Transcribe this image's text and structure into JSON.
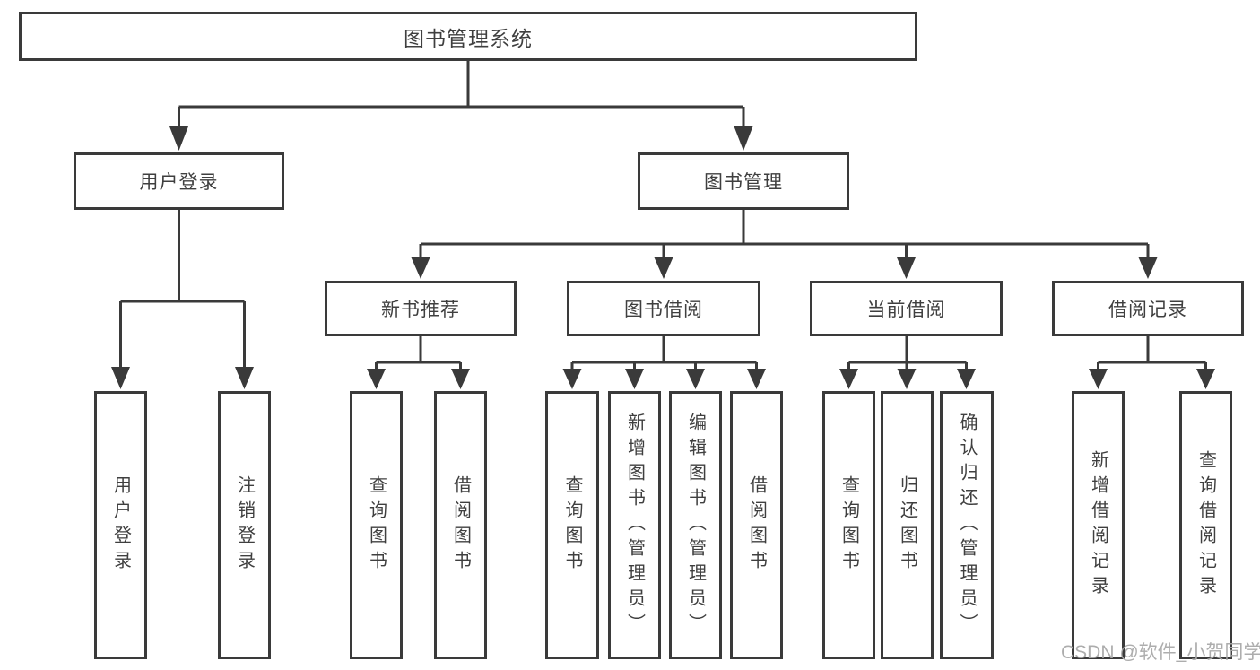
{
  "diagram_title": "图书管理系统",
  "tree": {
    "root": {
      "label": "图书管理系统"
    },
    "branches": [
      {
        "label": "用户登录",
        "children": [
          {
            "label": "用户登录"
          },
          {
            "label": "注销登录"
          }
        ]
      },
      {
        "label": "图书管理",
        "children": [
          {
            "label": "新书推荐",
            "children": [
              {
                "label": "查询图书"
              },
              {
                "label": "借阅图书"
              }
            ]
          },
          {
            "label": "图书借阅",
            "children": [
              {
                "label": "查询图书"
              },
              {
                "label": "新增图书（管理员）"
              },
              {
                "label": "编辑图书（管理员）"
              },
              {
                "label": "借阅图书"
              }
            ]
          },
          {
            "label": "当前借阅",
            "children": [
              {
                "label": "查询图书"
              },
              {
                "label": "归还图书"
              },
              {
                "label": "确认归还（管理员）"
              }
            ]
          },
          {
            "label": "借阅记录",
            "children": [
              {
                "label": "新增借阅记录"
              },
              {
                "label": "查询借阅记录"
              }
            ]
          }
        ]
      }
    ]
  },
  "watermark": "CSDN @软件_小贺同学",
  "colors": {
    "line": "#3a3a3a",
    "text": "#3f3f3f",
    "background": "#ffffff",
    "watermark": "#a9a9a9"
  }
}
